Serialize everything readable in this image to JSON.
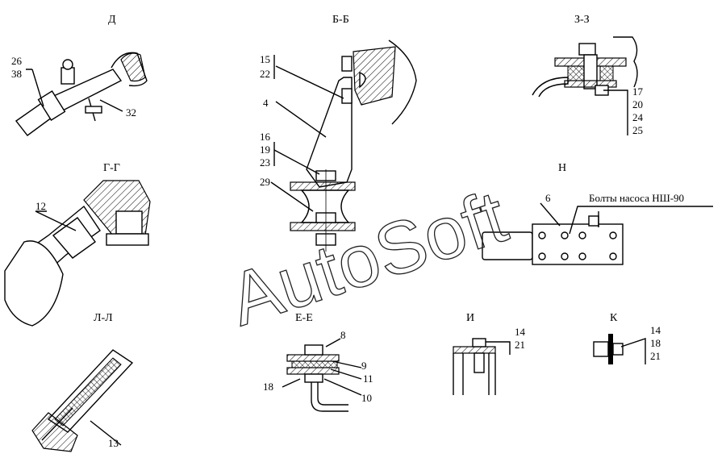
{
  "views": {
    "d": {
      "title": "Д",
      "labels": [
        "26",
        "38",
        "32"
      ]
    },
    "bb": {
      "title": "Б-Б",
      "labels": [
        "15",
        "22",
        "4",
        "16",
        "19",
        "23",
        "29"
      ]
    },
    "zz": {
      "title": "З-З",
      "labels": [
        "17",
        "20",
        "24",
        "25"
      ]
    },
    "gg": {
      "title": "Г-Г",
      "labels": [
        "12"
      ]
    },
    "n": {
      "title": "Н",
      "labels": [
        "6"
      ],
      "note": "Болты насоса НШ-90"
    },
    "ll": {
      "title": "Л-Л",
      "labels": [
        "13"
      ]
    },
    "ee": {
      "title": "Е-Е",
      "labels": [
        "8",
        "9",
        "11",
        "18",
        "10"
      ]
    },
    "i": {
      "title": "И",
      "labels": [
        "14",
        "21"
      ]
    },
    "k": {
      "title": "К",
      "labels": [
        "14",
        "18",
        "21"
      ]
    }
  },
  "watermark": "AutoSoft"
}
